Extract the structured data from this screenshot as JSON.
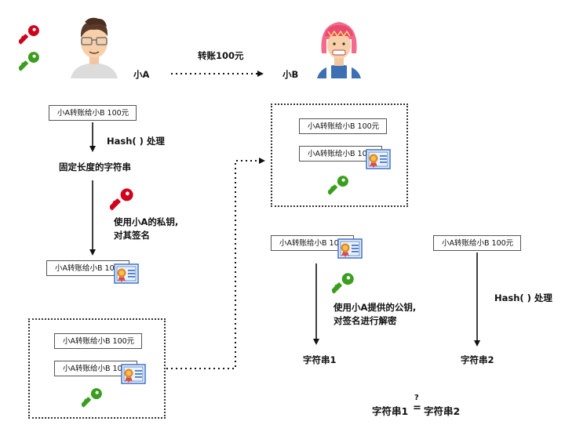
{
  "participants": {
    "sender": "小A",
    "receiver": "小B"
  },
  "transfer_label": "转账100元",
  "message_text": "小A转账给小B 100元",
  "signed_message_text": "小A转账给小B 100元",
  "steps": {
    "hash_left": "Hash( ) 处理",
    "fixed_length": "固定长度的字符串",
    "sign_line1": "使用小A的私钥,",
    "sign_line2": "对其签名",
    "decrypt_line1": "使用小A提供的公钥,",
    "decrypt_line2": "对签名进行解密",
    "hash_right": "Hash( ) 处理",
    "string1": "字符串1",
    "string2": "字符串2"
  },
  "comparison": {
    "left": "字符串1",
    "question": "?",
    "equals": "=",
    "right": "字符串2"
  },
  "colors": {
    "private_key": "#d0021b",
    "public_key": "#3a9e1e",
    "certificate": "#4a79c9",
    "medal": "#e08a2b"
  },
  "icons": [
    "private-key-icon",
    "public-key-icon",
    "avatar-a",
    "avatar-b",
    "certificate-icon"
  ]
}
